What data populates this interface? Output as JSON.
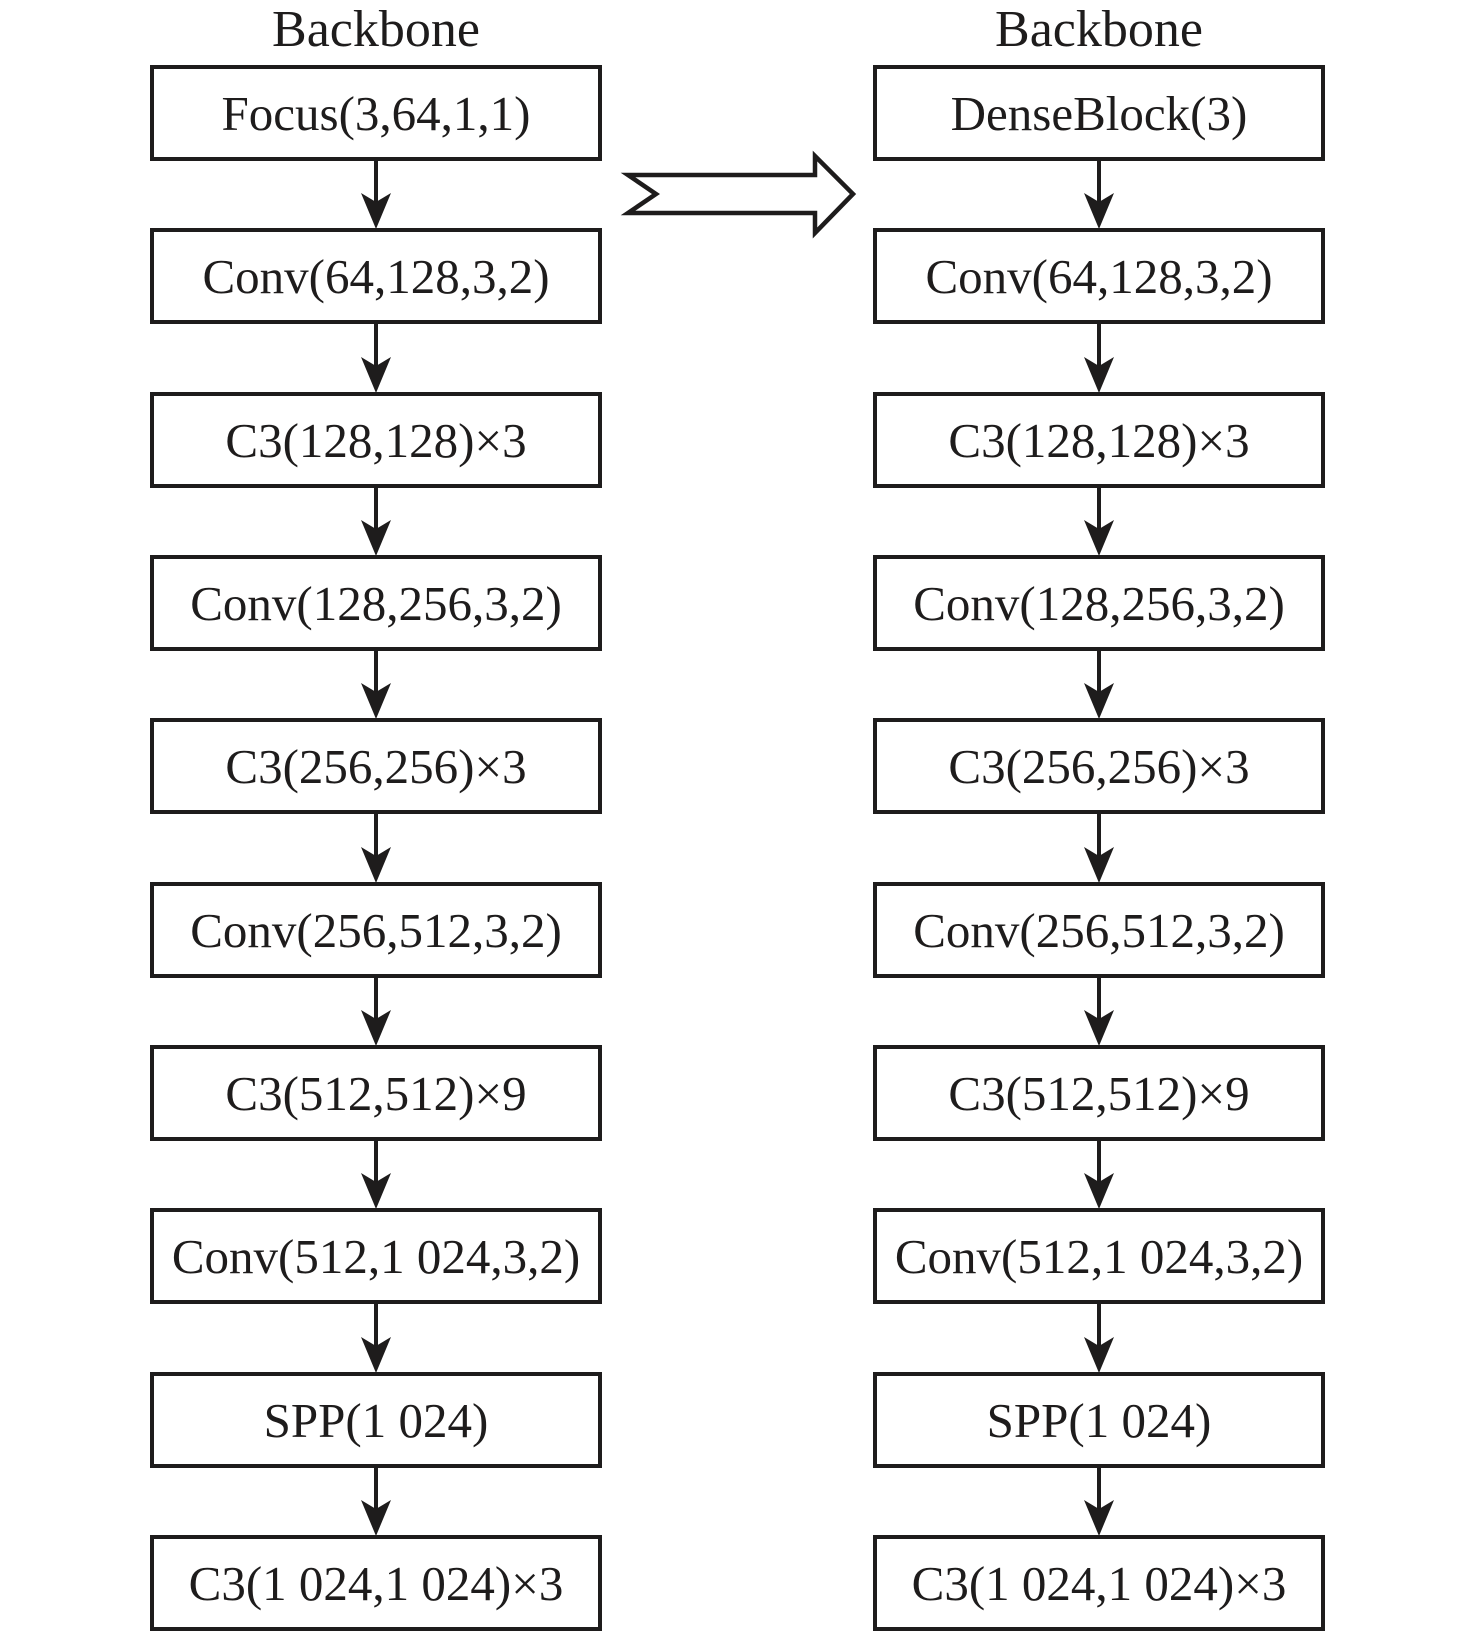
{
  "figure": {
    "left_column": {
      "title": "Backbone",
      "boxes": [
        "Focus(3,64,1,1)",
        "Conv(64,128,3,2)",
        "C3(128,128)×3",
        "Conv(128,256,3,2)",
        "C3(256,256)×3",
        "Conv(256,512,3,2)",
        "C3(512,512)×9",
        "Conv(512,1 024,3,2)",
        "SPP(1 024)",
        "C3(1 024,1 024)×3"
      ]
    },
    "right_column": {
      "title": "Backbone",
      "boxes": [
        "DenseBlock(3)",
        "Conv(64,128,3,2)",
        "C3(128,128)×3",
        "Conv(128,256,3,2)",
        "C3(256,256)×3",
        "Conv(256,512,3,2)",
        "C3(512,512)×9",
        "Conv(512,1 024,3,2)",
        "SPP(1 024)",
        "C3(1 024,1 024)×3"
      ]
    },
    "transform_arrow": {
      "description": "hollow block arrow pointing right from left column to right column",
      "direction": "right"
    },
    "colors": {
      "ink": "#1e1c1c",
      "background": "#ffffff"
    }
  }
}
